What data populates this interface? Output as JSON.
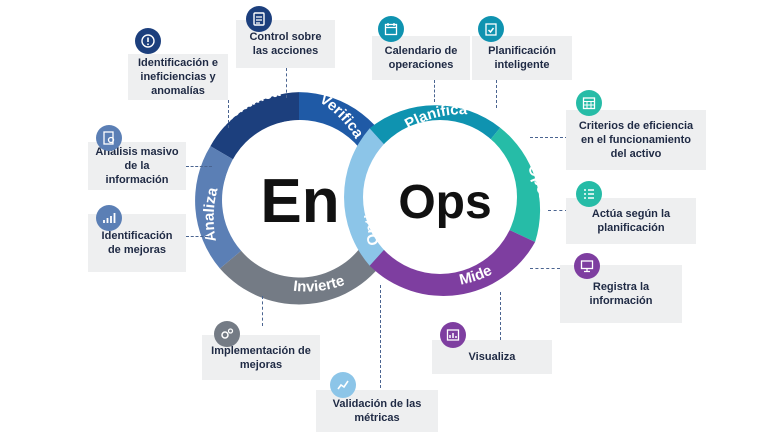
{
  "rings": {
    "left_center": "En",
    "right_center": "Ops",
    "left_segments": [
      "Identifica",
      "Verifica",
      "Invierte",
      "Analiza"
    ],
    "right_segments": [
      "Planifica",
      "Opera",
      "Mide",
      "Optimiza"
    ]
  },
  "boxes": {
    "control": "Control sobre las acciones",
    "identificacion_ineficiencias": "Identificación e ineficiencias y anomalías",
    "analisis": "Análisis masivo de la información",
    "identificacion_mejoras": "Identificación de mejoras",
    "implementacion": "Implementación de mejoras",
    "validacion": "Validación de las métricas",
    "calendario": "Calendario de operaciones",
    "planificacion_inteligente": "Planificación inteligente",
    "criterios": "Criterios de eficiencia en el funcionamiento del activo",
    "actua": "Actúa según la planificación",
    "registra": "Registra la información",
    "visualiza": "Visualiza"
  },
  "icons": {
    "control": "checklist-icon",
    "identificacion_ineficiencias": "warning-gear-icon",
    "analisis": "document-analysis-icon",
    "identificacion_mejoras": "growth-chart-icon",
    "implementacion": "gears-icon",
    "validacion": "validation-chart-icon",
    "calendario": "calendar-icon",
    "planificacion_inteligente": "clipboard-check-icon",
    "criterios": "calendar-grid-icon",
    "actua": "task-list-icon",
    "registra": "data-entry-icon",
    "visualiza": "dashboard-icon"
  },
  "colors": {
    "identifica": "#1c3f7d",
    "verifica": "#1f5aa6",
    "invierte": "#747b85",
    "analiza": "#5b7fb5",
    "planifica": "#0f93b0",
    "opera": "#26bca7",
    "mide": "#7e3ea0",
    "optimiza": "#8cc5e8",
    "box": "#eeeff0",
    "text": "#1f2a44"
  }
}
